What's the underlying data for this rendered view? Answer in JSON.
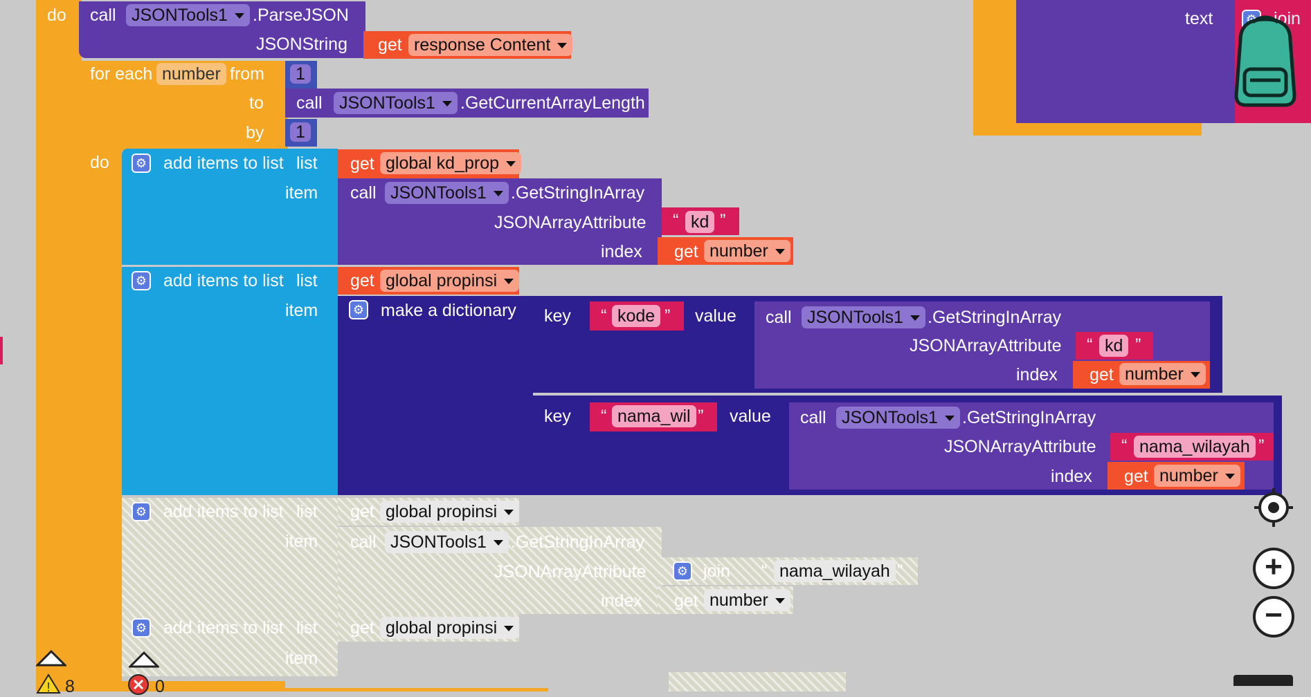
{
  "event": {
    "do_label": "do"
  },
  "parse": {
    "call": "call",
    "component": "JSONTools1",
    "method": ".ParseJSON",
    "arg": "JSONString",
    "get": "get",
    "var": "response Content"
  },
  "foreach": {
    "label": "for each",
    "var": "number",
    "from": "from",
    "from_val": "1",
    "to": "to",
    "to_call": "call",
    "to_component": "JSONTools1",
    "to_method": ".GetCurrentArrayLength",
    "by": "by",
    "by_val": "1",
    "do": "do"
  },
  "add1": {
    "label": "add items to list",
    "list": "list",
    "item": "item",
    "get": "get",
    "var": "global kd_prop",
    "call": "call",
    "component": "JSONTools1",
    "method": ".GetStringInArray",
    "arg1": "JSONArrayAttribute",
    "arg1_val": "kd",
    "arg2": "index",
    "arg2_get": "get",
    "arg2_var": "number"
  },
  "add2": {
    "label": "add items to list",
    "list": "list",
    "item": "item",
    "get": "get",
    "var": "global propinsi",
    "dict": "make a dictionary",
    "pairs": [
      {
        "key_label": "key",
        "key": "kode",
        "value_label": "value",
        "call": "call",
        "component": "JSONTools1",
        "method": ".GetStringInArray",
        "arg1": "JSONArrayAttribute",
        "arg1_val": "kd",
        "arg2": "index",
        "arg2_get": "get",
        "arg2_var": "number"
      },
      {
        "key_label": "key",
        "key": "nama_wil",
        "value_label": "value",
        "call": "call",
        "component": "JSONTools1",
        "method": ".GetStringInArray",
        "arg1": "JSONArrayAttribute",
        "arg1_val": "nama_wilayah",
        "arg2": "index",
        "arg2_get": "get",
        "arg2_var": "number"
      }
    ]
  },
  "add3": {
    "label": "add items to list",
    "list": "list",
    "item": "item",
    "get": "get",
    "var": "global propinsi",
    "call": "call",
    "component": "JSONTools1",
    "method": ".GetStringInArray",
    "arg1": "JSONArrayAttribute",
    "join": "join",
    "join_val": "nama_wilayah",
    "arg2": "index",
    "arg2_get": "get",
    "arg2_var": "number"
  },
  "add4": {
    "label": "add items to list",
    "list": "list",
    "item": "item",
    "get": "get",
    "var": "global propinsi"
  },
  "topright": {
    "text": "text",
    "join": "join"
  },
  "status": {
    "warnings": "8",
    "errors": "0"
  },
  "icons": {
    "gear": "gear-icon",
    "backpack": "backpack-icon",
    "recenter": "recenter-icon",
    "zoom_in": "zoom-in-icon",
    "zoom_out": "zoom-out-icon",
    "trash": "trash-icon",
    "warning": "warning-icon",
    "error": "error-icon",
    "collapse": "collapse-triangle-icon"
  },
  "colors": {
    "control": "#f5a623",
    "component": "#5d3aa8",
    "list": "#1aa3df",
    "variable": "#f2512c",
    "text": "#d81b5a",
    "dictionary": "#2d1f8f",
    "math": "#3f51b5"
  }
}
